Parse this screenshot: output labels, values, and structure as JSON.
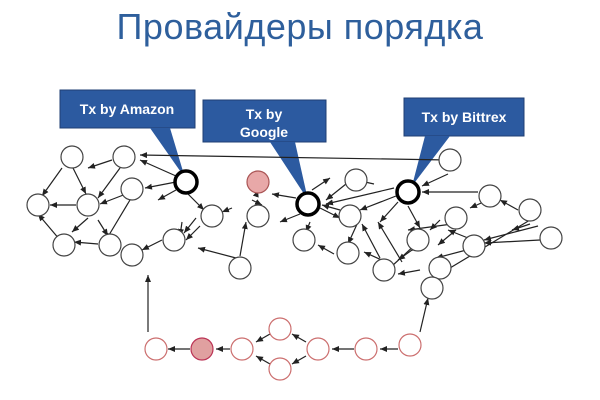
{
  "title": "Провайдеры порядка",
  "callouts": {
    "amazon": "Tx by Amazon",
    "google_line1": "Tx by",
    "google_line2": "Google",
    "bittrex": "Tx by Bittrex"
  },
  "colors": {
    "title": "#2e5f9c",
    "callout_fill": "#2c5aa0",
    "node_stroke": "#333333",
    "highlight_fill": "#e8a8a8",
    "chain_stroke": "#cc6f6f",
    "chain_fill_highlight": "#e0a0a0",
    "provider_stroke": "#000000"
  }
}
